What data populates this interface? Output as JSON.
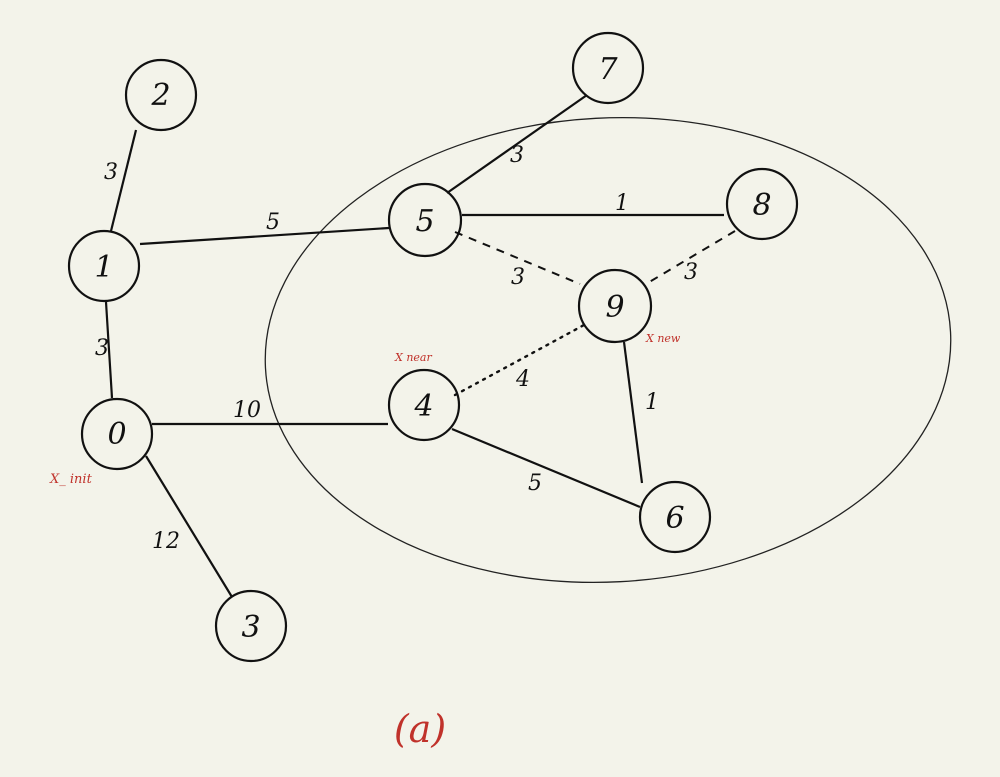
{
  "diagram": {
    "nodes": [
      {
        "id": "0",
        "label": "0"
      },
      {
        "id": "1",
        "label": "1"
      },
      {
        "id": "2",
        "label": "2"
      },
      {
        "id": "3",
        "label": "3"
      },
      {
        "id": "4",
        "label": "4"
      },
      {
        "id": "5",
        "label": "5"
      },
      {
        "id": "6",
        "label": "6"
      },
      {
        "id": "7",
        "label": "7"
      },
      {
        "id": "8",
        "label": "8"
      },
      {
        "id": "9",
        "label": "9"
      }
    ],
    "edges": [
      {
        "from": "1",
        "to": "2",
        "weight": "3",
        "style": "solid"
      },
      {
        "from": "1",
        "to": "5",
        "weight": "5",
        "style": "solid"
      },
      {
        "from": "1",
        "to": "0",
        "weight": "3",
        "style": "solid"
      },
      {
        "from": "0",
        "to": "4",
        "weight": "10",
        "style": "solid"
      },
      {
        "from": "0",
        "to": "3",
        "weight": "12",
        "style": "solid"
      },
      {
        "from": "5",
        "to": "7",
        "weight": "3",
        "style": "solid"
      },
      {
        "from": "5",
        "to": "8",
        "weight": "1",
        "style": "solid"
      },
      {
        "from": "5",
        "to": "9",
        "weight": "3",
        "style": "dashed"
      },
      {
        "from": "8",
        "to": "9",
        "weight": "3",
        "style": "dashed"
      },
      {
        "from": "4",
        "to": "9",
        "weight": "4",
        "style": "dotted"
      },
      {
        "from": "9",
        "to": "6",
        "weight": "1",
        "style": "solid"
      },
      {
        "from": "4",
        "to": "6",
        "weight": "5",
        "style": "solid"
      }
    ],
    "annotations": {
      "x_init": "X_ init",
      "x_near": "X near",
      "x_new": "X new"
    },
    "caption": "(a)",
    "colors": {
      "background": "#f3f3ea",
      "ink": "#111111",
      "annotation": "#c0322b"
    }
  }
}
